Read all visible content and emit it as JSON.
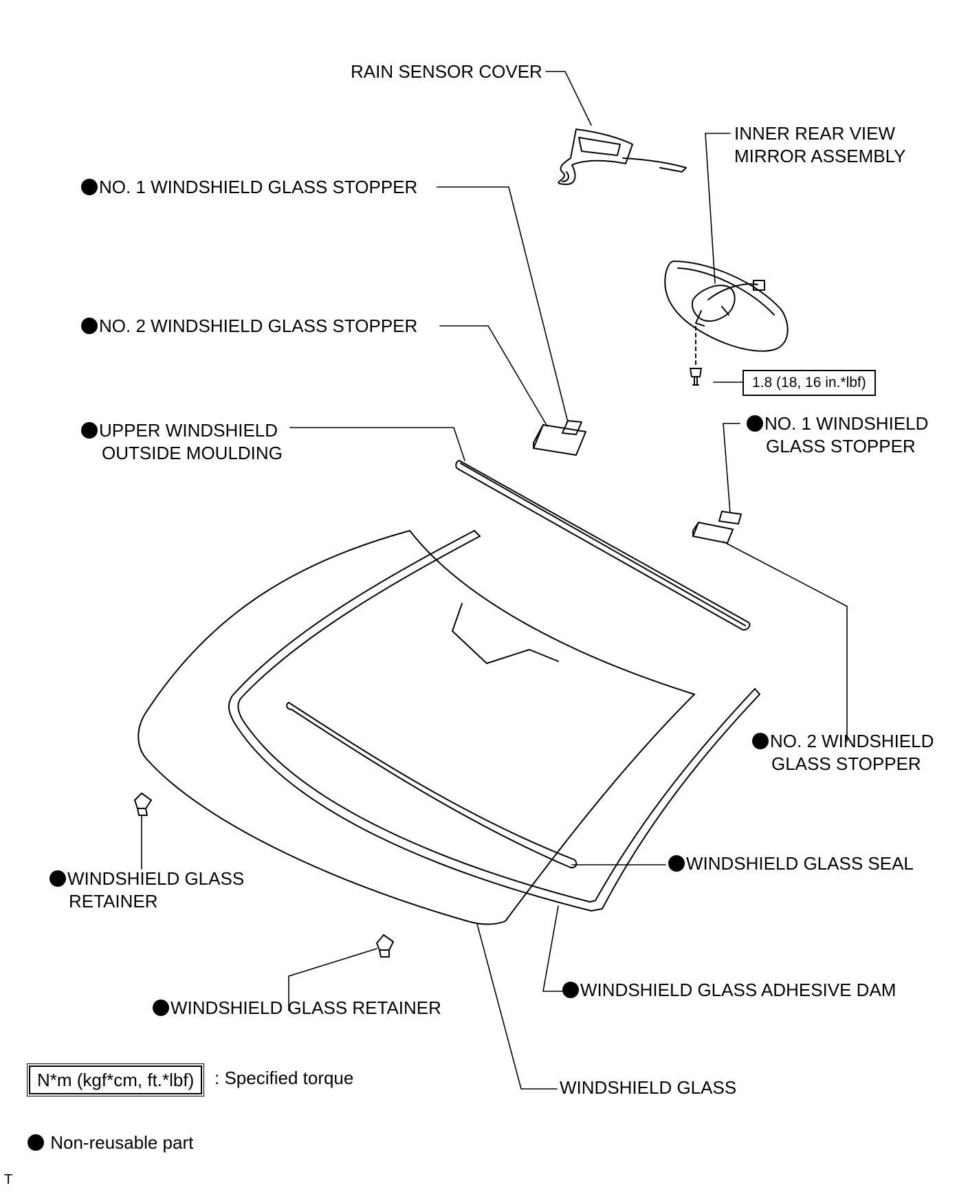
{
  "labels": {
    "rain_sensor_cover": "RAIN SENSOR COVER",
    "inner_mirror_line1": "INNER REAR VIEW",
    "inner_mirror_line2": "MIRROR ASSEMBLY",
    "stopper1_left": "NO. 1 WINDSHIELD GLASS STOPPER",
    "stopper2_left": "NO. 2 WINDSHIELD GLASS STOPPER",
    "upper_moulding_line1": "UPPER WINDSHIELD",
    "upper_moulding_line2": "OUTSIDE MOULDING",
    "stopper1_right_line1": "NO. 1 WINDSHIELD",
    "stopper1_right_line2": "GLASS STOPPER",
    "stopper2_right_line1": "NO. 2 WINDSHIELD",
    "stopper2_right_line2": "GLASS STOPPER",
    "retainer_left_line1": "WINDSHIELD GLASS",
    "retainer_left_line2": "RETAINER",
    "glass_seal": "WINDSHIELD GLASS SEAL",
    "adhesive_dam": "WINDSHIELD GLASS ADHESIVE DAM",
    "retainer_bottom": "WINDSHIELD GLASS RETAINER",
    "windshield_glass": "WINDSHIELD GLASS"
  },
  "torque": {
    "mirror_bolt": "1.8 (18, 16 in.*lbf)"
  },
  "legend": {
    "torque_box": "N*m (kgf*cm, ft.*lbf)",
    "torque_text": ": Specified torque",
    "nonreusable_text": "Non-reusable part"
  },
  "corner_mark": "T",
  "colors": {
    "ink": "#000000",
    "background": "#ffffff"
  }
}
